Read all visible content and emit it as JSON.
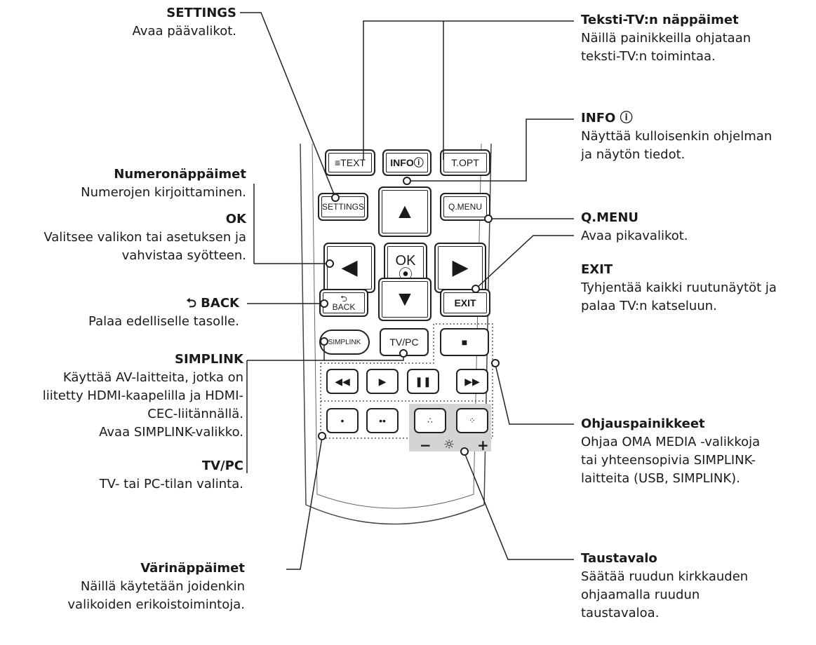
{
  "labels": {
    "settings": {
      "title": "SETTINGS",
      "desc": [
        "Avaa päävalikot."
      ]
    },
    "teksti": {
      "title": "Teksti-TV:n näppäimet",
      "desc": [
        "Näillä painikkeilla ohjataan",
        "teksti-TV:n toimintaa."
      ]
    },
    "info": {
      "title": "INFO ⓘ",
      "desc": [
        "Näyttää kulloisenkin ohjelman",
        "ja näytön tiedot."
      ]
    },
    "numero": {
      "title": "Numeronäppäimet",
      "desc": [
        "Numerojen kirjoittaminen."
      ]
    },
    "ok": {
      "title": "OK",
      "desc": [
        "Valitsee valikon tai asetuksen ja",
        "vahvistaa syötteen."
      ]
    },
    "qmenu": {
      "title": "Q.MENU",
      "desc": [
        "Avaa pikavalikot."
      ]
    },
    "exit": {
      "title": "EXIT",
      "desc": [
        "Tyhjentää kaikki ruutunäytöt ja",
        "palaa TV:n katseluun."
      ]
    },
    "back": {
      "title": "⮌ BACK",
      "desc": [
        "Palaa edelliselle tasolle."
      ]
    },
    "simplink": {
      "title": "SIMPLINK",
      "desc": [
        "Käyttää AV-laitteita, jotka on",
        "liitetty HDMI-kaapelilla ja HDMI-",
        "CEC-liitännällä.",
        "Avaa SIMPLINK-valikko."
      ]
    },
    "tvpc": {
      "title": "TV/PC",
      "desc": [
        "TV- tai PC-tilan valinta."
      ]
    },
    "ohjaus": {
      "title": "Ohjauspainikkeet",
      "desc": [
        "Ohjaa OMA MEDIA -valikkoja",
        "tai yhteensopivia SIMPLINK-",
        "laitteita (USB, SIMPLINK)."
      ]
    },
    "varin": {
      "title": "Värinäppäimet",
      "desc": [
        "Näillä käytetään joidenkin",
        "valikoiden erikoistoimintoja."
      ]
    },
    "tausta": {
      "title": "Taustavalo",
      "desc": [
        "Säätää ruudun kirkkauden",
        "ohjaamalla ruudun",
        "taustavaloa."
      ]
    }
  },
  "buttons": {
    "text": "≡TEXT",
    "info": "INFOⓘ",
    "topt": "T.OPT",
    "settings": "SETTINGS",
    "qmenu": "Q.MENU",
    "ok": "OK",
    "back": "BACK",
    "exit": "EXIT",
    "simplink": "SIMPLINK",
    "tvpc": "TV/PC",
    "minus": "−",
    "plus": "+"
  }
}
